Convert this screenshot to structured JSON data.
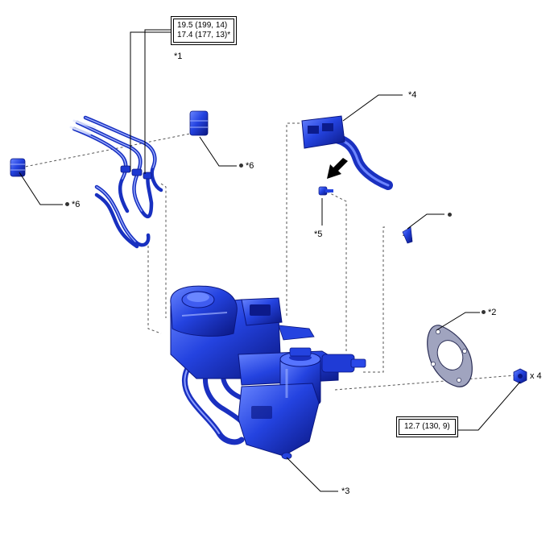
{
  "callouts": {
    "c1": "*1",
    "c2": "*2",
    "c3": "*3",
    "c4": "*4",
    "c5": "*5",
    "c6a": "*6",
    "c6b": "*6"
  },
  "torque": {
    "top_line1": "19.5 (199, 14)",
    "top_line2": "17.4 (177, 13)*",
    "bottom": "12.7 (130, 9)"
  },
  "quantity": "x 4",
  "colors": {
    "part_blue": "#1f3bd6",
    "part_dark": "#0c1a8a",
    "part_light": "#5b78ff",
    "leader": "#000000",
    "dashed": "#555555",
    "gasket_gray": "#8c8fa8"
  }
}
